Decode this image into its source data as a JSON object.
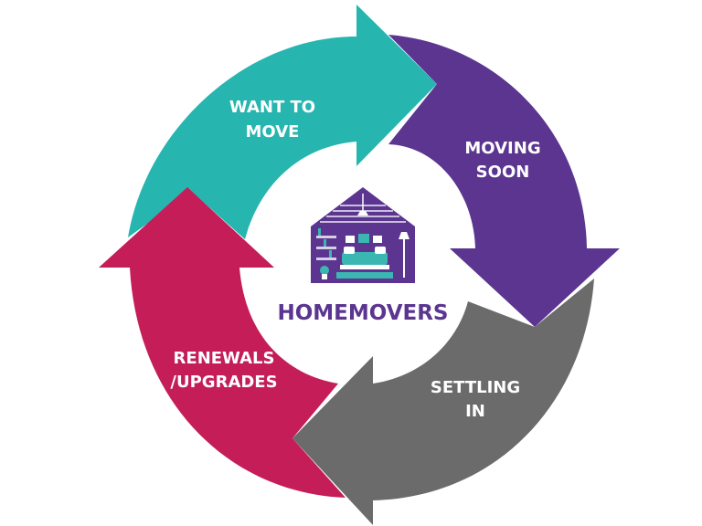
{
  "diagram": {
    "center_title": "HOMEMOVERS",
    "logo_icon": "house-living-room-icon",
    "colors": {
      "teal": "#27b5b0",
      "purple": "#5b3590",
      "gray": "#6b6b6b",
      "crimson": "#c41d58",
      "ink": "#5b3590"
    },
    "stages": [
      {
        "id": "want-to-move",
        "line1": "WANT TO",
        "line2": "MOVE",
        "color": "#27b5b0"
      },
      {
        "id": "moving-soon",
        "line1": "MOVING",
        "line2": "SOON",
        "color": "#5b3590"
      },
      {
        "id": "settling-in",
        "line1": "SETTLING",
        "line2": "IN",
        "color": "#6b6b6b"
      },
      {
        "id": "renewals-upgrades",
        "line1": "RENEWALS",
        "line2": "/UPGRADES",
        "color": "#c41d58"
      }
    ]
  }
}
